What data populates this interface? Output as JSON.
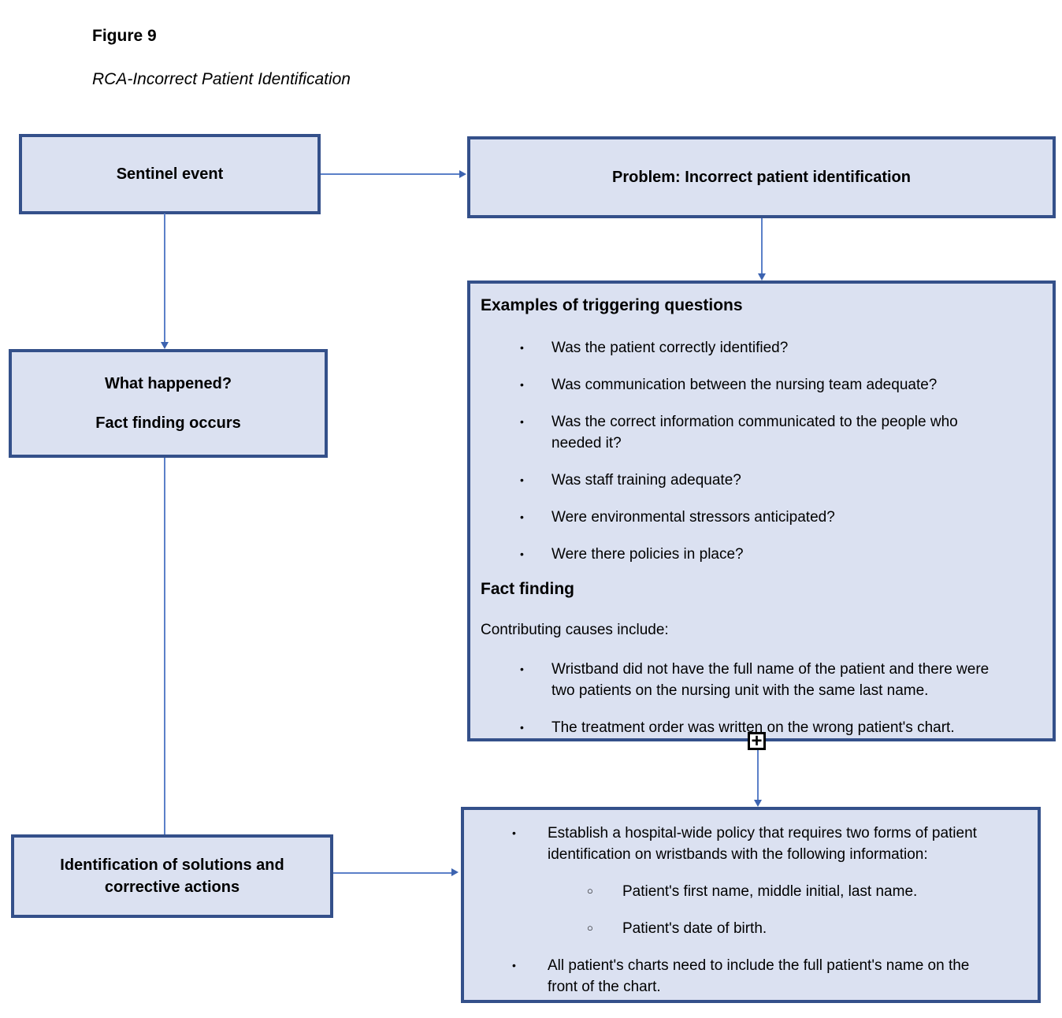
{
  "figure": {
    "label": "Figure 9",
    "title": "RCA-Incorrect Patient Identification"
  },
  "boxes": {
    "sentinel": {
      "label": "Sentinel event"
    },
    "problem": {
      "label": "Problem: Incorrect patient identification"
    },
    "what_happened": {
      "line1": "What happened?",
      "line2": "Fact finding occurs"
    },
    "solutions": {
      "label": "Identification of solutions and\ncorrective actions"
    },
    "triggering": {
      "heading": "Examples of triggering questions",
      "questions": [
        "Was the patient correctly identified?",
        "Was communication between the nursing team adequate?",
        "Was the correct information communicated to the people who\nneeded it?",
        "Was staff training adequate?",
        "Were environmental stressors anticipated?",
        "Were there policies in place?"
      ],
      "fact_finding_heading": "Fact finding",
      "causes_intro": "Contributing causes include:",
      "causes": [
        "Wristband did not have the full name of the patient and there were\ntwo patients on the nursing unit with the same last name.",
        "The treatment order was written on the wrong patient's chart."
      ]
    },
    "actions": {
      "items": [
        {
          "text": "Establish a hospital-wide policy that requires two forms of patient\nidentification on wristbands with the following information:",
          "subitems": [
            "Patient's first name, middle initial, last name.",
            "Patient's date of birth."
          ]
        },
        {
          "text": "All patient's charts need to include the full patient's name on the\nfront of the chart.",
          "subitems": []
        }
      ]
    }
  },
  "icons": {
    "bullet": "•",
    "circle": "○",
    "plus_handle": "+"
  },
  "colors": {
    "box_fill": "#dbe1f1",
    "box_border": "#34508a",
    "connector": "#5b80c8",
    "arrowhead": "#3c63b0"
  }
}
